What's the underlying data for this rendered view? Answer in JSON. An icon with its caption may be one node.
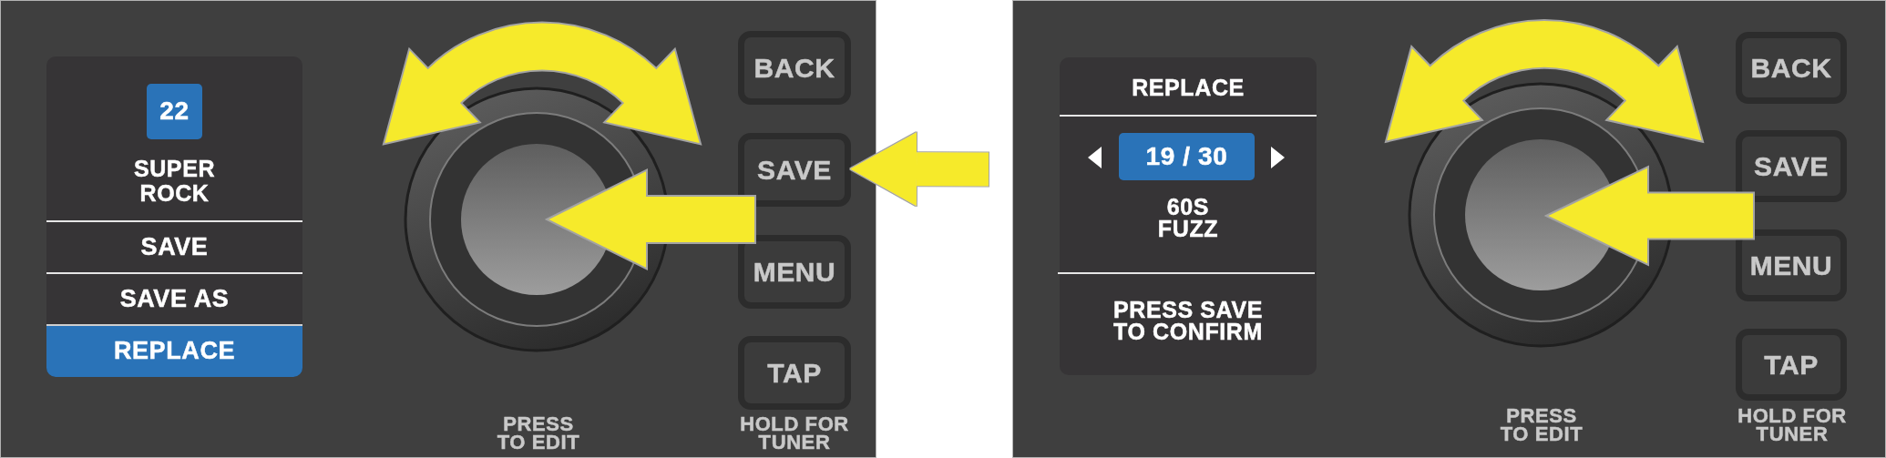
{
  "diagram": {
    "nodes": [
      {
        "text": [],
        "shape": "box"
      },
      {
        "text": [
          "SUPER ROCK"
        ],
        "in": 0
      },
      {
        "text": [
          "22"
        ],
        "in": 1
      },
      {
        "text": [
          "SAVE"
        ],
        "in": 1
      },
      {
        "text": [
          "SAVE AS"
        ],
        "in": 1
      },
      {
        "text": [
          "REPLACE"
        ],
        "in": 1
      },
      {
        "text": [
          "BACK"
        ],
        "in": 0
      },
      {
        "text": [
          "SAVE"
        ],
        "in": 0
      },
      {
        "text": [
          "MENU"
        ],
        "in": 0
      },
      {
        "text": [
          "TAP"
        ],
        "in": 0,
        "beside": [
          "HOLD FOR TUNER"
        ]
      },
      {
        "text": [],
        "shape": "box"
      },
      {
        "text": [
          "REPLACE",
          "60S FUZZ",
          "PRESS SAVE TO CONFIRM"
        ],
        "in": 10
      },
      {
        "text": [
          "19 / 30"
        ],
        "in": 11
      },
      {
        "text": [
          "BACK"
        ],
        "in": 10
      },
      {
        "text": [
          "SAVE"
        ],
        "in": 10
      },
      {
        "text": [
          "MENU"
        ],
        "in": 10
      },
      {
        "text": [
          "TAP"
        ],
        "in": 10,
        "beside": [
          "HOLD FOR TUNER"
        ]
      }
    ],
    "edges": [
      {
        "from": null,
        "to": 7,
        "arrow": "to"
      }
    ],
    "labels": [
      "PRESS TO EDIT",
      "PRESS TO EDIT"
    ]
  }
}
